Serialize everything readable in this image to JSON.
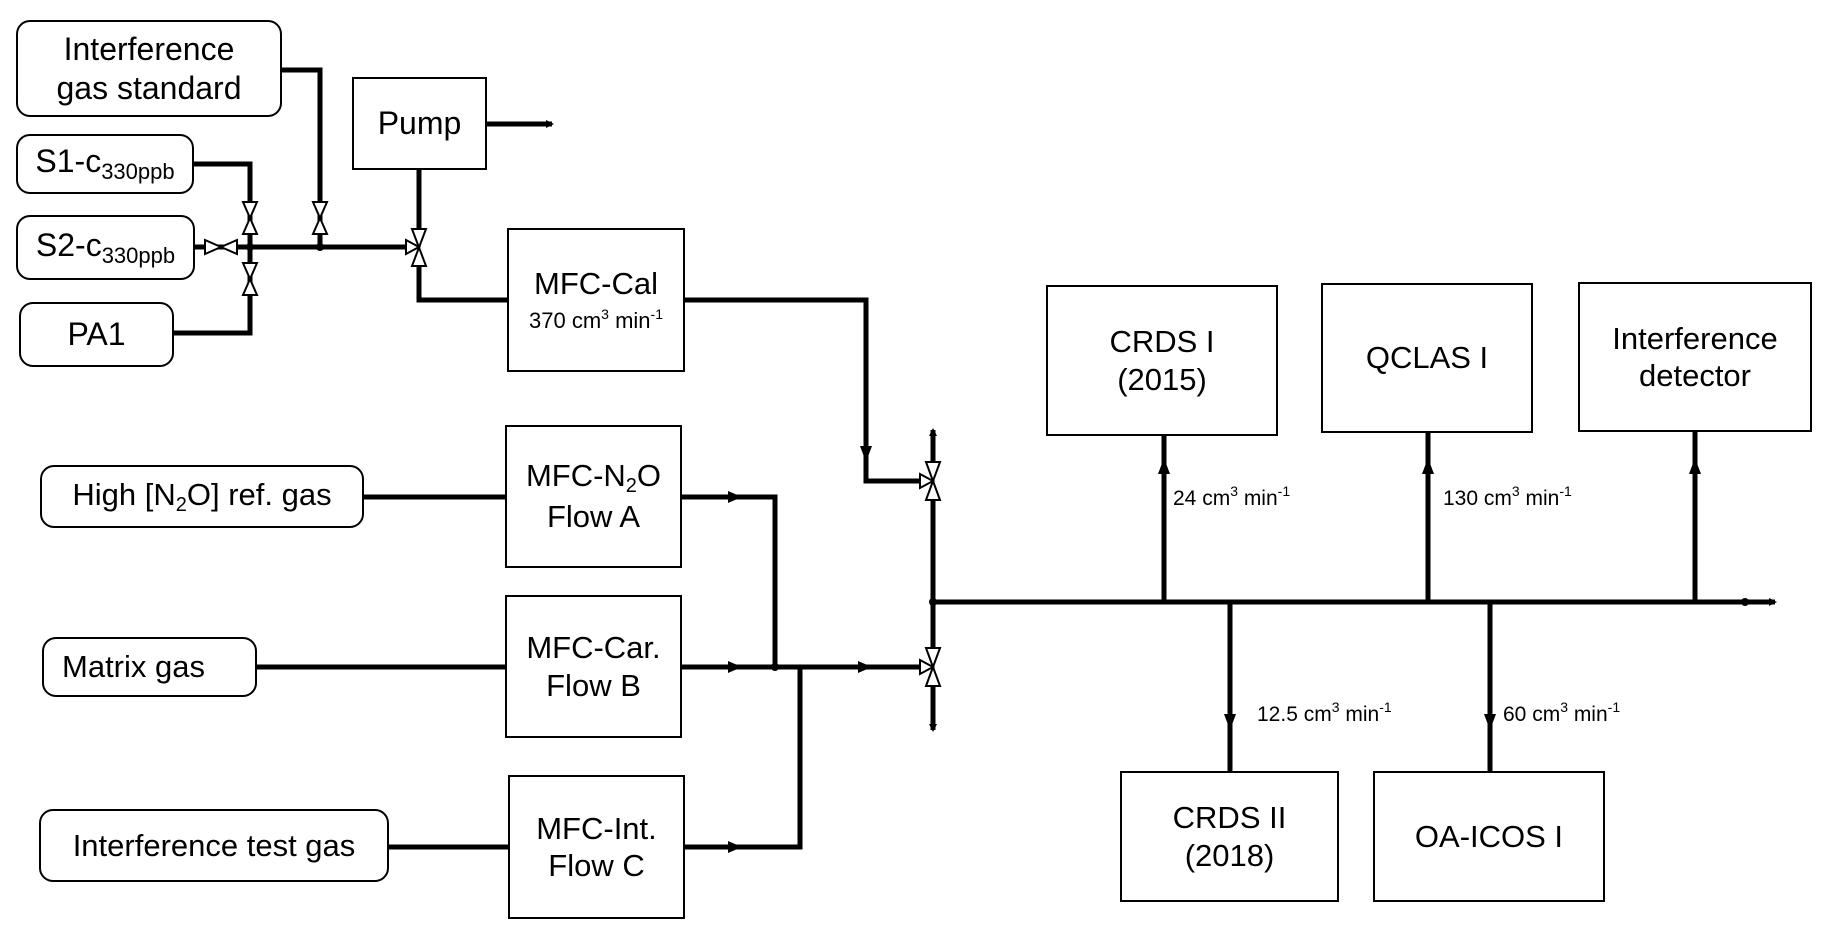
{
  "sources": {
    "interference_gas_standard": [
      "Interference",
      "gas standard"
    ],
    "s1": {
      "main": "S1-c",
      "sub": "330ppb"
    },
    "s2": {
      "main": "S2-c",
      "sub": "330ppb"
    },
    "pa1": "PA1",
    "high_n2o": {
      "pre": "High [N",
      "sub": "2",
      "post": "O] ref. gas"
    },
    "matrix_gas": "Matrix gas",
    "interference_test_gas": "Interference test gas"
  },
  "pump": "Pump",
  "mfcs": {
    "cal": {
      "name": "MFC-Cal",
      "flow_num": "370 cm",
      "flow_sup": "3",
      "flow_unit": " min",
      "flow_unit_sup": "-1"
    },
    "n2o": {
      "pre": "MFC-N",
      "sub": "2",
      "post": "O",
      "line2": "Flow A"
    },
    "car": {
      "line1": "MFC-Car.",
      "line2": "Flow B"
    },
    "int": {
      "line1": "MFC-Int.",
      "line2": "Flow C"
    }
  },
  "analyzers": {
    "crds1": [
      "CRDS I",
      "(2015)"
    ],
    "qclas": [
      "QCLAS I"
    ],
    "interference_detector": [
      "Interference",
      "detector"
    ],
    "crds2": [
      "CRDS II",
      "(2018)"
    ],
    "oaicos": [
      "OA-ICOS I"
    ]
  },
  "flows": {
    "crds1": {
      "num": "24 cm",
      "sup": "3",
      "unit": " min",
      "usup": "-1"
    },
    "qclas": {
      "num": "130 cm",
      "sup": "3",
      "unit": " min",
      "usup": "-1"
    },
    "crds2": {
      "num": "12.5 cm",
      "sup": "3",
      "unit": " min",
      "usup": "-1"
    },
    "oaicos": {
      "num": "60 cm",
      "sup": "3",
      "unit": " min",
      "usup": "-1"
    }
  },
  "colors": {
    "line": "#000000",
    "background": "#ffffff"
  }
}
